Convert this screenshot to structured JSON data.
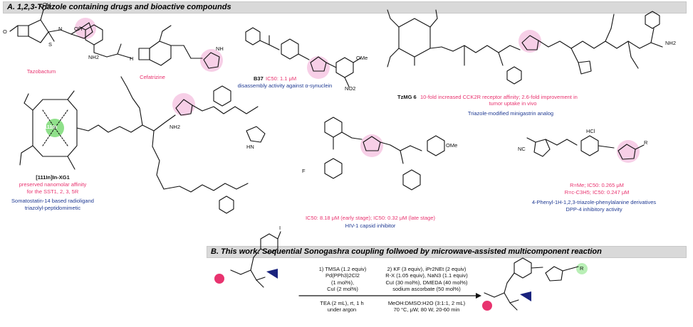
{
  "section_a": {
    "title": "A. 1,2,3-Triazole containing drugs and bioactive compounds"
  },
  "section_b": {
    "title": "B. This work: Sequential Sonogashra coupling follwoed by microwave-assisted multicomponent reaction"
  },
  "compounds": {
    "tazobactum": "Tazobactum",
    "cefatrizine": "Cefatrizine",
    "b37_name": "B37",
    "b37_ic50": "IC50: 1.1 μM",
    "b37_activity": "disassembly activity against α-synuclein",
    "tzmg_name": "TzMG 6",
    "tzmg_note_1": "10-fold increased CCK2R receptor affinity; 2.6-fold improvement in",
    "tzmg_note_2": "tumor uptake in vivo",
    "tzmg_desc": "Triazole-modified minigastrin analog",
    "xg1_name": "[111In]In-XG1",
    "xg1_note_1": "preserved nanomolar affinity",
    "xg1_note_2": "for the SST1, 2, 3, 5R",
    "xg1_desc_1": "Somatostatin-14 based radioligand",
    "xg1_desc_2": "triazolyl-peptidomimetic",
    "hiv_ic50": "IC50: 8.18 μM (early stage); IC50: 0.32 μM (late stage)",
    "hiv_desc": "HIV-1 capsid inhibitor",
    "dpp_me": "R=Me; IC50: 0.265 μM",
    "dpp_cp": "R=c-C3H5; IC50: 0.247 μM",
    "dpp_desc_1": "4-Phenyl-1H-1,2,3-triazole-phenylalanine derivatives",
    "dpp_desc_2": "DPP-4 inhibitory activity"
  },
  "atoms": {
    "oh": "OH",
    "o": "O",
    "n": "N",
    "nh": "NH",
    "h": "H",
    "s": "S",
    "nh2": "NH2",
    "ome": "OMe",
    "no2": "NO2",
    "hcl": "HCl",
    "nc": "NC",
    "r": "R",
    "in111": "111In",
    "i": "I",
    "f": "F",
    "hn": "HN",
    "rx": "R-X"
  },
  "reaction": {
    "step1": [
      "1) TMSA (1.2 equiv)",
      "Pd(PPh3)2Cl2",
      "(1 mol%),",
      "CuI (2 mol%)"
    ],
    "step1_below": [
      "TEA (2 mL), rt, 1 h",
      "under argon"
    ],
    "step2": [
      "2) KF (3 equiv), iPr2NEt (2 equiv)",
      "R-X (1.05 equiv), NaN3 (1.1 equiv)",
      "CuI (30 mol%), DMEDA (40 mol%)",
      "sodium ascorbate (50 mol%)"
    ],
    "step2_below": [
      "MeOH:DMSO:H2O (3:1:1, 2 mL)",
      "70 °C, μW, 80 W, 20-60 min"
    ]
  },
  "colors": {
    "accent_pink": "#e8336f",
    "accent_blue": "#1f3a93",
    "highlight": "#f6c7e3",
    "green": "#8fe08a",
    "alkyne_blue": "#1a237e"
  }
}
